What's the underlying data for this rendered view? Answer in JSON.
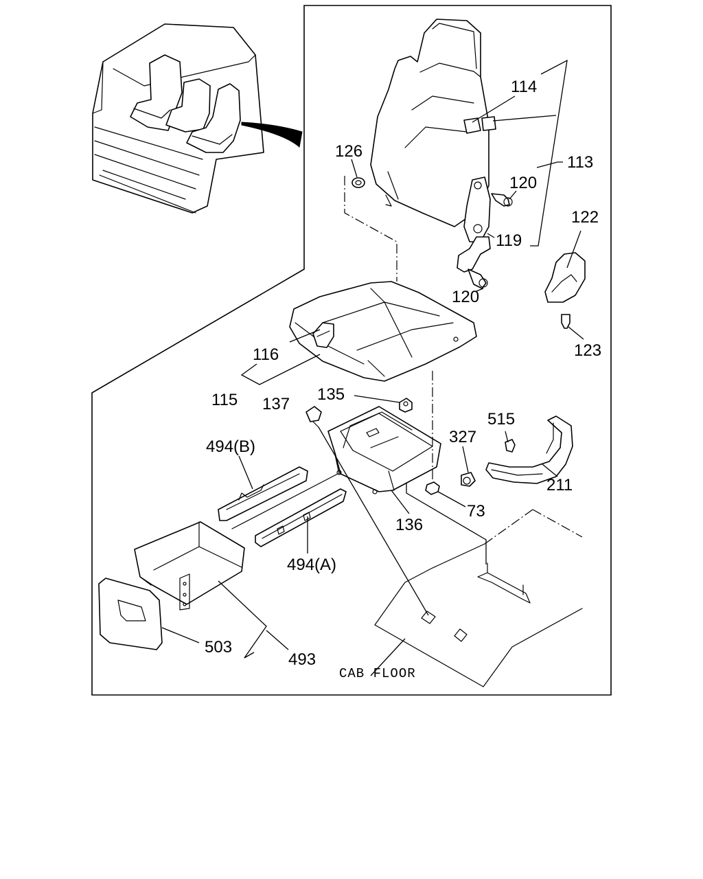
{
  "labels": {
    "l114": "114",
    "l113": "113",
    "l126": "126",
    "l120a": "120",
    "l120b": "120",
    "l119": "119",
    "l122": "122",
    "l123": "123",
    "l116": "116",
    "l115": "115",
    "l137": "137",
    "l135": "135",
    "l515": "515",
    "l327": "327",
    "l494b": "494(B)",
    "l211": "211",
    "l73": "73",
    "l136": "136",
    "l494a": "494(A)",
    "l503": "503",
    "l493": "493",
    "cab_floor": "CAB FLOOR"
  }
}
